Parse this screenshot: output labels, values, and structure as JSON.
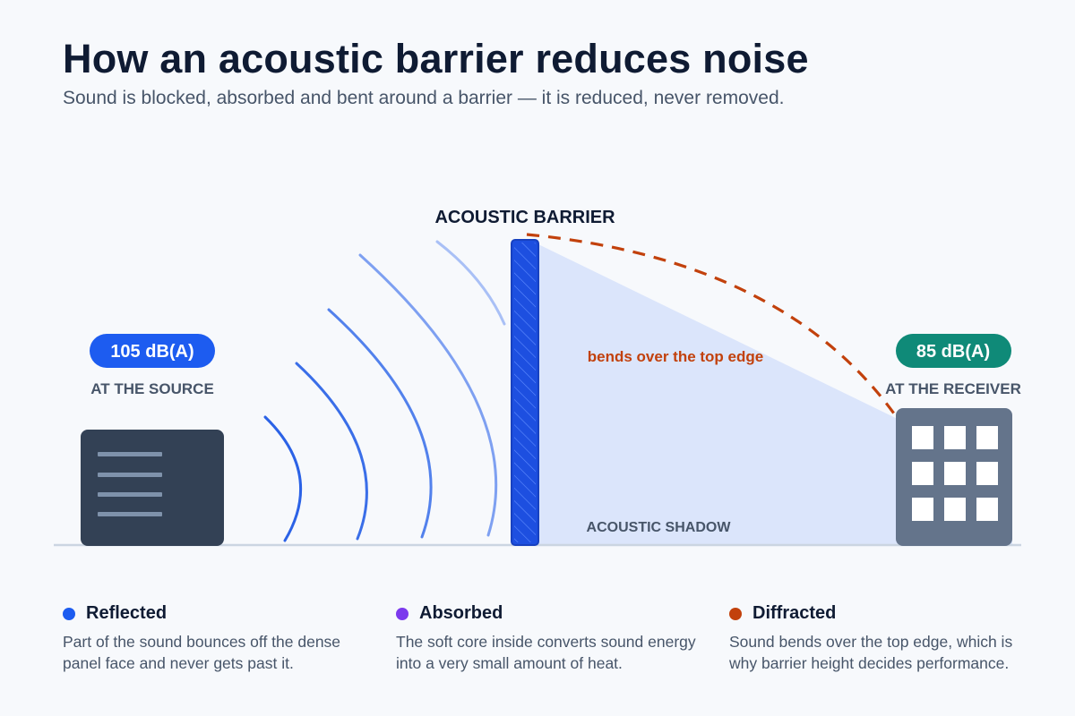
{
  "header": {
    "title": "How an acoustic barrier reduces noise",
    "subtitle": "Sound is blocked, absorbed and bent around a barrier — it is reduced, never removed."
  },
  "diagram": {
    "barrier_label": "ACOUSTIC BARRIER",
    "source": {
      "level": "105 dB(A)",
      "label": "AT THE SOURCE",
      "icon": "speaker-icon"
    },
    "receiver": {
      "level": "85 dB(A)",
      "label": "AT THE RECEIVER",
      "icon": "building-icon"
    },
    "diffraction_label": "bends over the top edge",
    "shadow_label": "ACOUSTIC SHADOW"
  },
  "legend": [
    {
      "title": "Reflected",
      "text": "Part of the sound bounces off the dense panel face and never gets past it.",
      "color": "#1d5cf0"
    },
    {
      "title": "Absorbed",
      "text": "The soft core inside converts sound energy into a very small amount of heat.",
      "color": "#7c3aed"
    },
    {
      "title": "Diffracted",
      "text": "Sound bends over the top edge, which is why barrier height decides performance.",
      "color": "#c2410c"
    }
  ],
  "colors": {
    "source_badge": "#1d5cf0",
    "receiver_badge": "#0f8a78",
    "barrier": "#1d4fe0",
    "diffraction": "#c2410c",
    "shadow": "#dbe5fb",
    "source_box": "#334155",
    "receiver_building": "#64748b"
  }
}
